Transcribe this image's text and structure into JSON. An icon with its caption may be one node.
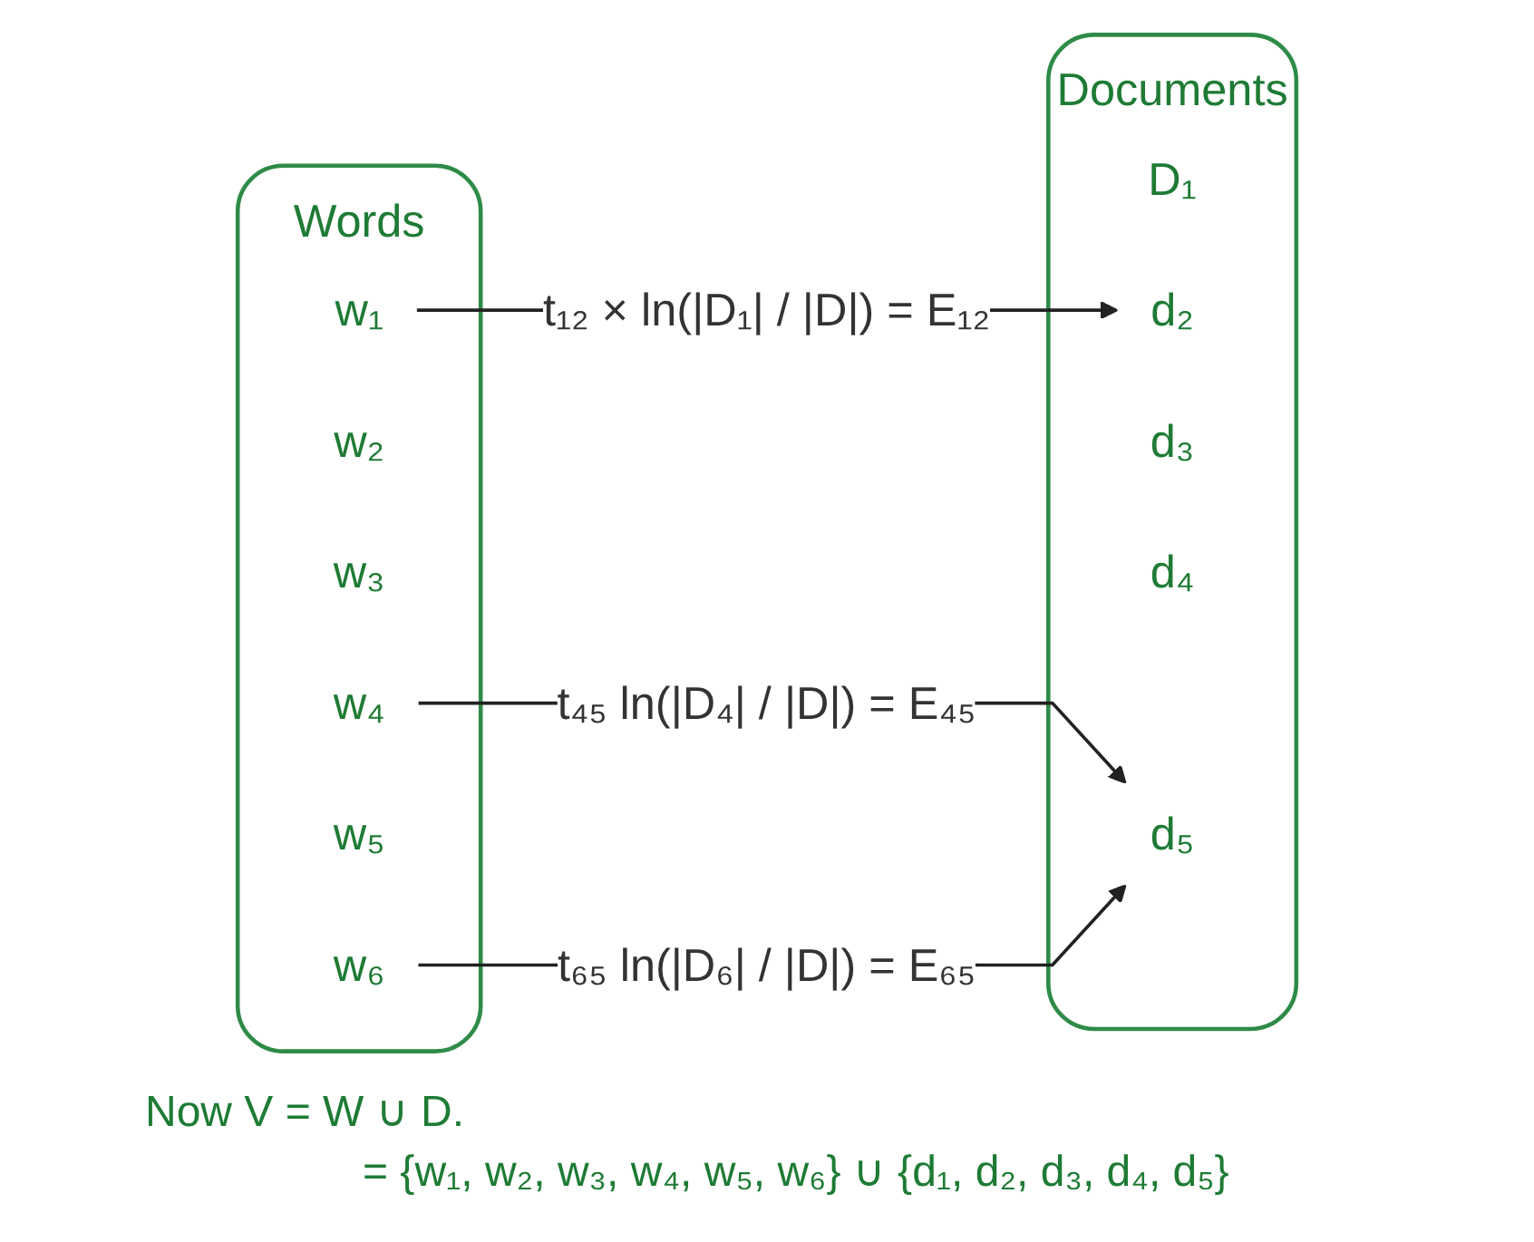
{
  "diagram": {
    "nodes": [
      {
        "text": [
          "Words"
        ]
      },
      {
        "text": [
          "w₁"
        ],
        "in": 0
      },
      {
        "text": [
          "w₂"
        ],
        "in": 0
      },
      {
        "text": [
          "w₃"
        ],
        "in": 0
      },
      {
        "text": [
          "w₄"
        ],
        "in": 0
      },
      {
        "text": [
          "w₅"
        ],
        "in": 0
      },
      {
        "text": [
          "w₆"
        ],
        "in": 0
      },
      {
        "text": [
          "Documents"
        ]
      },
      {
        "text": [
          "D₁"
        ],
        "in": 7
      },
      {
        "text": [
          "d₂"
        ],
        "in": 7
      },
      {
        "text": [
          "d₃"
        ],
        "in": 7
      },
      {
        "text": [
          "d₄"
        ],
        "in": 7
      },
      {
        "text": [
          "d₅"
        ],
        "in": 7
      }
    ],
    "edges": [
      {
        "from": 1,
        "to": 9,
        "arrow": "to",
        "label": "t₁₂ × ln(|D₁| / |D|) = E₁₂"
      },
      {
        "from": 4,
        "to": 12,
        "arrow": "to",
        "label": "t₄₅ ln(|D₄| / |D|) = E₄₅"
      },
      {
        "from": 6,
        "to": 12,
        "arrow": "to",
        "label": "t₆₅ ln(|D₆| / |D|) = E₆₅"
      }
    ],
    "labels": [
      "Now V = W ∪ D.",
      "= {w₁, w₂, w₃, w₄, w₅, w₆} ∪ {d₁, d₂, d₃, d₄, d₅}"
    ]
  }
}
